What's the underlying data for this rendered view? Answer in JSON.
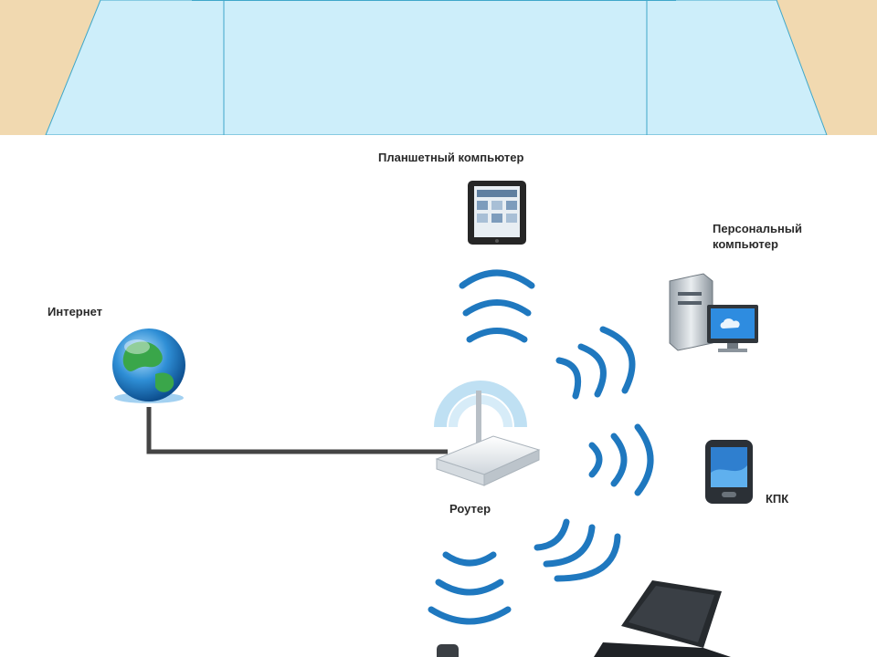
{
  "labels": {
    "tablet": "Планшетный компьютер",
    "pc": "Персональный\nкомпьютер",
    "internet": "Интернет",
    "router": "Роутер",
    "pda": "КПК"
  },
  "colors": {
    "banner_background": "#f1d9b0",
    "banner_panel": "#cdeefa",
    "banner_lines": "#3fa7c9",
    "wifi_wave": "#1f78bf",
    "cable": "#444444"
  },
  "icons": {
    "internet": "globe-icon",
    "router": "router-icon",
    "tablet": "tablet-icon",
    "pc": "desktop-computer-icon",
    "pda": "pda-icon",
    "laptop": "laptop-icon",
    "phone": "phone-icon"
  }
}
